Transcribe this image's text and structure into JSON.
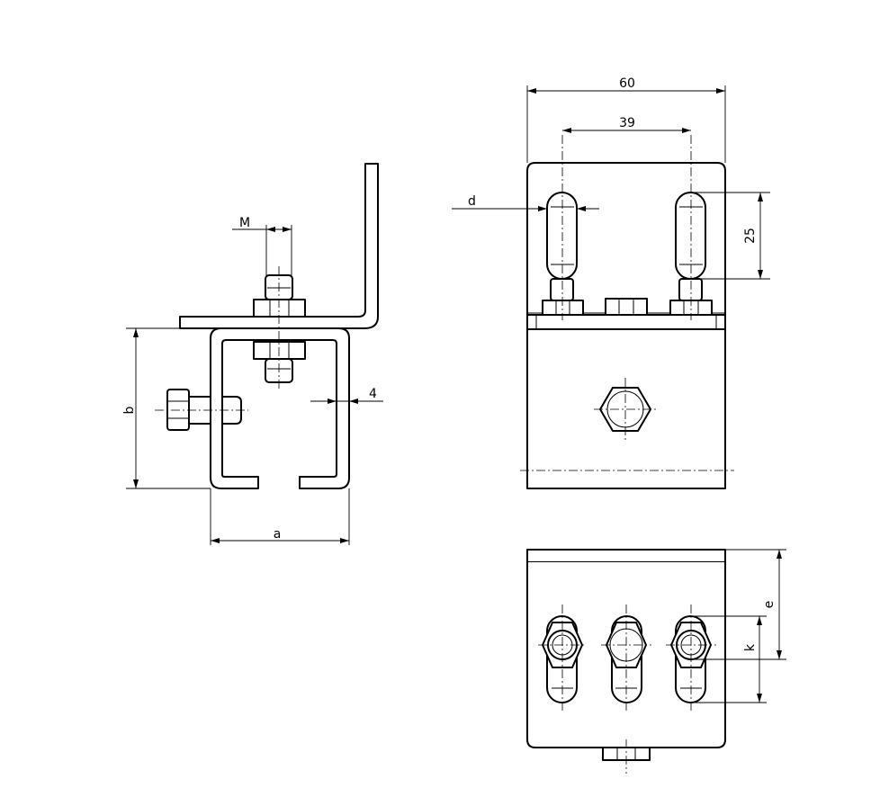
{
  "dimensions": {
    "width_60": "60",
    "slot_spacing_39": "39",
    "diameter_d": "d",
    "slot_length_25": "25",
    "thread_M": "M",
    "wall_4": "4",
    "height_b": "b",
    "width_a": "a",
    "height_e": "e",
    "offset_k": "k"
  }
}
